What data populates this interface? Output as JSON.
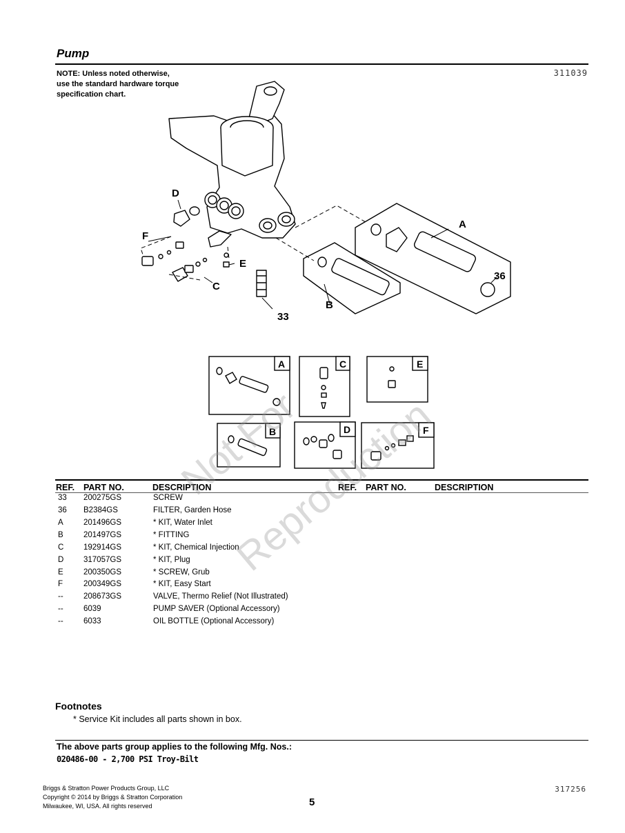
{
  "header": {
    "section_title": "Pump",
    "note_lines": [
      "NOTE: Unless noted otherwise,",
      "use the standard hardware torque",
      "specification chart."
    ],
    "diagram_number": "311039"
  },
  "callouts": {
    "d": "D",
    "f": "F",
    "c": "C",
    "e": "E",
    "a": "A",
    "b": "B",
    "n36": "36",
    "n33": "33"
  },
  "kit_boxes": [
    "A",
    "C",
    "E",
    "B",
    "D",
    "F"
  ],
  "watermark": {
    "line1": "Not For",
    "line2": "Reproduction"
  },
  "table": {
    "headers": {
      "ref": "REF.",
      "part": "PART NO.",
      "desc": "DESCRIPTION",
      "ref2": "REF.",
      "part2": "PART NO.",
      "desc2": "DESCRIPTION"
    },
    "rows": [
      {
        "ref": "33",
        "part": "200275GS",
        "desc": "SCREW"
      },
      {
        "ref": "36",
        "part": "B2384GS",
        "desc": "FILTER, Garden Hose"
      },
      {
        "ref": "A",
        "part": "201496GS",
        "desc": "* KIT, Water Inlet"
      },
      {
        "ref": "B",
        "part": "201497GS",
        "desc": "* FITTING"
      },
      {
        "ref": "C",
        "part": "192914GS",
        "desc": "* KIT, Chemical Injection"
      },
      {
        "ref": "D",
        "part": "317057GS",
        "desc": "* KIT, Plug"
      },
      {
        "ref": "E",
        "part": "200350GS",
        "desc": "* SCREW, Grub"
      },
      {
        "ref": "F",
        "part": "200349GS",
        "desc": "* KIT, Easy Start"
      },
      {
        "ref": "--",
        "part": "208673GS",
        "desc": "VALVE, Thermo Relief (Not Illustrated)"
      },
      {
        "ref": "--",
        "part": "6039",
        "desc": "PUMP SAVER (Optional Accessory)"
      },
      {
        "ref": "--",
        "part": "6033",
        "desc": "OIL BOTTLE (Optional Accessory)"
      }
    ]
  },
  "footnotes": {
    "title": "Footnotes",
    "text": "* Service Kit includes all parts shown in box."
  },
  "mfg": {
    "title": "The above parts group applies to the following Mfg. Nos.:",
    "item": "020486-00 - 2,700 PSI Troy-Bilt"
  },
  "footer": {
    "lines": [
      "Briggs & Stratton Power Products Group, LLC",
      "Copyright ©  2014 by Briggs & Stratton Corporation",
      "Milwaukee, WI, USA. All rights reserved"
    ],
    "page_number": "5",
    "code": "317256"
  }
}
